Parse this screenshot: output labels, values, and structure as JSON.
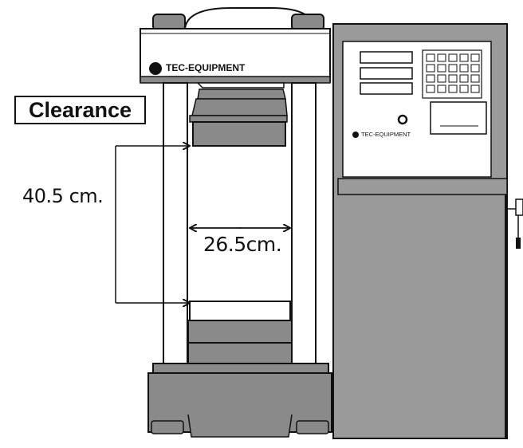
{
  "title_label": "Clearance",
  "brand_machine": "TEC-EQUIPMENT",
  "brand_cabinet": "TEC-EQUIPMENT",
  "dimensions": {
    "height_label": "40.5 cm.",
    "width_label": "26.5cm."
  },
  "colors": {
    "machine_body": "#8a8a8a",
    "cabinet_body": "#999999",
    "outline": "#111111",
    "panel_face": "#ffffff"
  }
}
